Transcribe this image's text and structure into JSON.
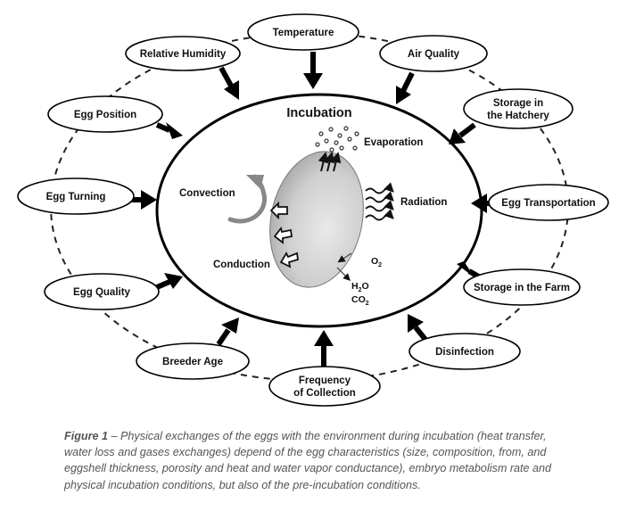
{
  "diagram": {
    "center": {
      "title": "Incubation",
      "processes": {
        "evaporation": "Evaporation",
        "convection": "Convection",
        "radiation": "Radiation",
        "conduction": "Conduction"
      },
      "gases": {
        "o2": {
          "base": "O",
          "sub": "2"
        },
        "h2o": {
          "pre": "H",
          "sub": "2",
          "post": "O"
        },
        "co2": {
          "base": "CO",
          "sub": "2"
        }
      }
    },
    "factors": {
      "temperature": "Temperature",
      "relative_humidity": "Relative Humidity",
      "air_quality": "Air Quality",
      "storage_hatchery_line1": "Storage in",
      "storage_hatchery_line2": "the Hatchery",
      "egg_position": "Egg Position",
      "egg_turning": "Egg Turning",
      "egg_transportation": "Egg Transportation",
      "storage_farm": "Storage in the Farm",
      "egg_quality": "Egg Quality",
      "disinfection": "Disinfection",
      "breeder_age": "Breeder Age",
      "frequency_line1": "Frequency",
      "frequency_line2": "of Collection"
    }
  },
  "caption": {
    "label": "Figure 1",
    "text": " – Physical exchanges of the eggs with the environment during incubation (heat transfer, water loss and gases exchanges) depend of the egg characteristics (size, composition, from, and eggshell thickness, porosity and heat and water vapor conductance), embryo metabolism rate and physical incubation conditions, but also of the pre-incubation conditions."
  }
}
